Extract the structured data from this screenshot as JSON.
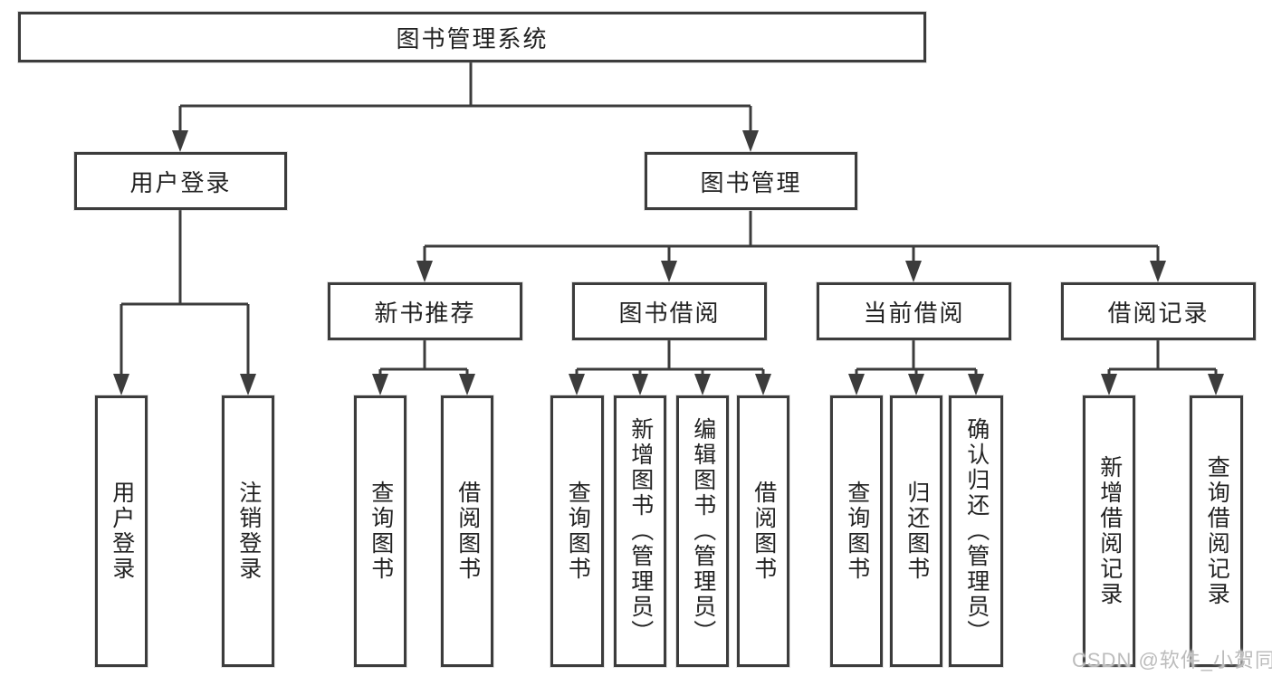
{
  "diagram": {
    "title_node": "图书管理系统",
    "level2": [
      {
        "label": "用户登录"
      },
      {
        "label": "图书管理"
      }
    ],
    "level3": [
      {
        "label": "新书推荐",
        "parent": "图书管理"
      },
      {
        "label": "图书借阅",
        "parent": "图书管理"
      },
      {
        "label": "当前借阅",
        "parent": "图书管理"
      },
      {
        "label": "借阅记录",
        "parent": "图书管理"
      }
    ],
    "leaves": [
      {
        "label": "用户登录",
        "parent": "用户登录"
      },
      {
        "label": "注销登录",
        "parent": "用户登录"
      },
      {
        "label": "查询图书",
        "parent": "新书推荐"
      },
      {
        "label": "借阅图书",
        "parent": "新书推荐"
      },
      {
        "label": "查询图书",
        "parent": "图书借阅"
      },
      {
        "label": "新增图书（管理员）",
        "parent": "图书借阅"
      },
      {
        "label": "编辑图书（管理员）",
        "parent": "图书借阅"
      },
      {
        "label": "借阅图书",
        "parent": "图书借阅"
      },
      {
        "label": "查询图书",
        "parent": "当前借阅"
      },
      {
        "label": "归还图书",
        "parent": "当前借阅"
      },
      {
        "label": "确认归还（管理员）",
        "parent": "当前借阅"
      },
      {
        "label": "新增借阅记录",
        "parent": "借阅记录"
      },
      {
        "label": "查询借阅记录",
        "parent": "借阅记录"
      }
    ],
    "watermark": "CSDN @软件_小贺同学",
    "colors": {
      "line": "#3c3c3c",
      "box_border": "#3c3c3c",
      "box_fill": "#ffffff",
      "text": "#222222",
      "watermark": "#bcbcbc",
      "background": "#ffffff"
    }
  }
}
